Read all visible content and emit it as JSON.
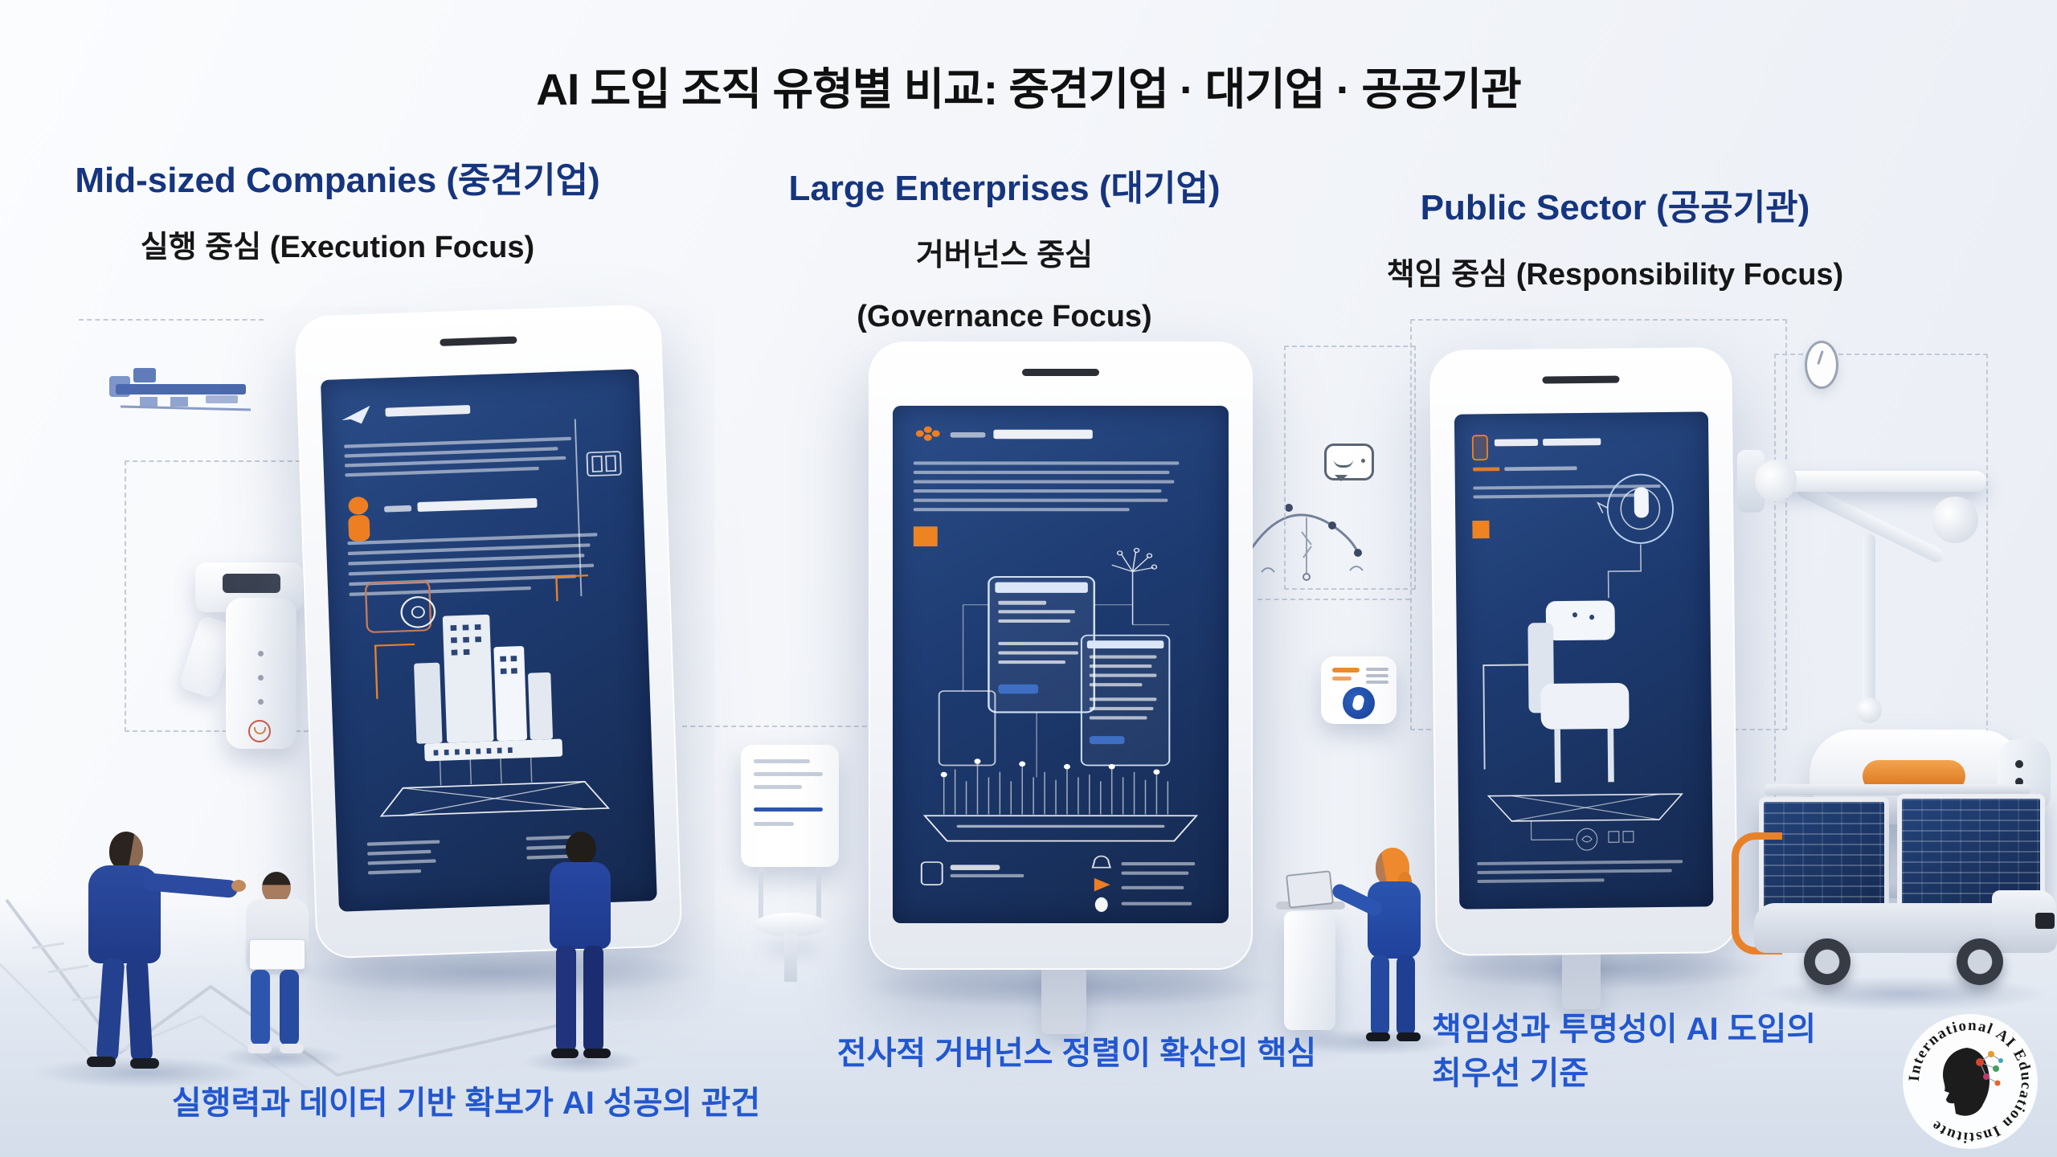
{
  "title": "AI 도입 조직 유형별 비교: 중견기업 · 대기업 · 공공기관",
  "columns": [
    {
      "title": "Mid-sized Companies (중견기업)",
      "subtitle": "실행 중심 (Execution Focus)",
      "caption": "실행력과 데이터 기반 확보가 AI 성공의 관건"
    },
    {
      "title": "Large Enterprises (대기업)",
      "subtitle": "거버넌스 중심",
      "subtitle2": "(Governance Focus)",
      "caption": "전사적 거버넌스 정렬이 확산의 핵심"
    },
    {
      "title": "Public Sector (공공기관)",
      "subtitle": "책임 중심 (Responsibility Focus)",
      "caption_line1": "책임성과 투명성이 AI 도입의",
      "caption_line2": "최우선 기준"
    }
  ],
  "logo": {
    "circular_text": "International AI Education Institute"
  },
  "colors": {
    "title_black": "#101010",
    "header_navy": "#16357f",
    "caption_blue": "#2257cf",
    "screen_navy": "#1d3a70",
    "accent_orange": "#ee7e22"
  }
}
